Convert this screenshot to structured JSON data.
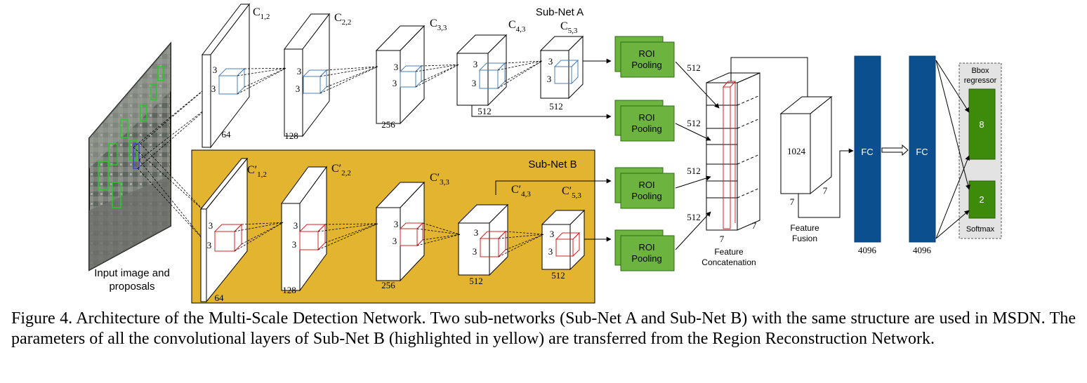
{
  "input": {
    "label_line1": "Input image and",
    "label_line2": "proposals"
  },
  "subnet_a": {
    "title": "Sub-Net A",
    "layers": [
      {
        "name": "C",
        "sub": "1,2",
        "channels": "64",
        "kernel": "3"
      },
      {
        "name": "C",
        "sub": "2,2",
        "channels": "128",
        "kernel": "3"
      },
      {
        "name": "C",
        "sub": "3,3",
        "channels": "256",
        "kernel": "3"
      },
      {
        "name": "C",
        "sub": "4,3",
        "channels": "512",
        "kernel": "3"
      },
      {
        "name": "C",
        "sub": "5,3",
        "channels": "512",
        "kernel": "3"
      }
    ]
  },
  "subnet_b": {
    "title": "Sub-Net B",
    "layers": [
      {
        "name": "C′",
        "sub": "1,2",
        "channels": "64",
        "kernel": "3"
      },
      {
        "name": "C′",
        "sub": "2,2",
        "channels": "128",
        "kernel": "3"
      },
      {
        "name": "C′",
        "sub": "3,3",
        "channels": "256",
        "kernel": "3"
      },
      {
        "name": "C′",
        "sub": "4,3",
        "channels": "512",
        "kernel": "3"
      },
      {
        "name": "C′",
        "sub": "5,3",
        "channels": "512",
        "kernel": "3"
      }
    ]
  },
  "roi": {
    "line1": "ROI",
    "line2": "Pooling",
    "out_channels": "512"
  },
  "concat": {
    "label_line1": "Feature",
    "label_line2": "Concatenation",
    "dim": "7"
  },
  "fusion": {
    "label_line1": "Feature",
    "label_line2": "Fusion",
    "channels": "1024",
    "dim": "7"
  },
  "fc": {
    "label": "FC",
    "size": "4096"
  },
  "outputs": {
    "bbox_line1": "Bbox",
    "bbox_line2": "regressor",
    "bbox_value": "8",
    "softmax_label": "Softmax",
    "softmax_value": "2"
  },
  "colors": {
    "yellow": "#E3B430",
    "green": "#6DB33F",
    "dark_green": "#3E8A0A",
    "fc_blue": "#0B4F8E",
    "blue_kernel": "#4A7FB5",
    "red_kernel": "#D62020"
  },
  "caption": "Figure 4. Architecture of the Multi-Scale Detection Network. Two sub-networks (Sub-Net A and Sub-Net B) with the same structure are used in MSDN. The parameters of all the convolutional layers of Sub-Net B (highlighted in yellow) are transferred from the Region Reconstruction Network."
}
